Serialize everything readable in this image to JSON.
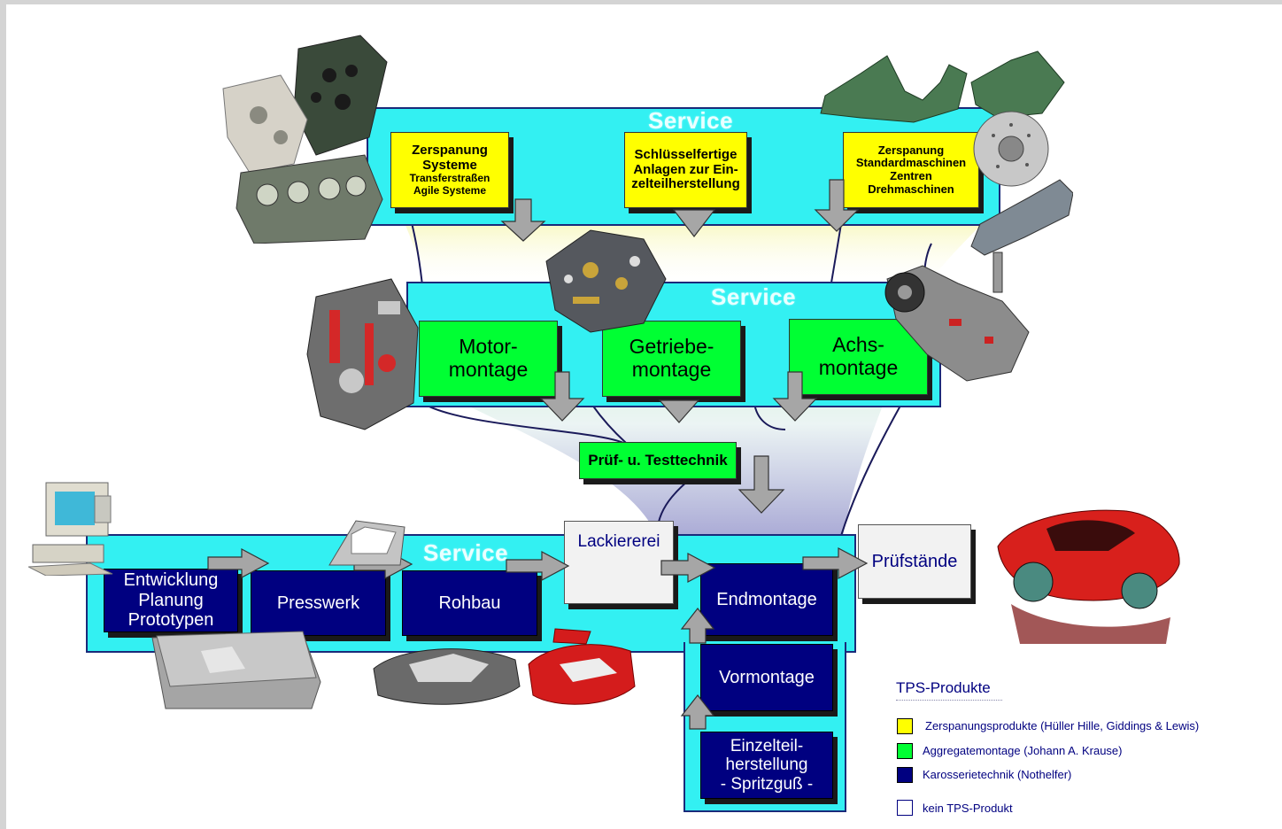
{
  "service_label": "Service",
  "zerspanung_boxes": [
    {
      "lines": [
        "Zerspanung",
        "Systeme"
      ],
      "small": [
        "Transferstraßen",
        "Agile Systeme"
      ]
    },
    {
      "lines": [
        "Schlüsselfertige",
        "Anlagen zur Ein-",
        "zelteilherstellung"
      ]
    },
    {
      "small": [
        "Zerspanung",
        "Standardmaschinen",
        "Zentren",
        "Drehmaschinen"
      ]
    }
  ],
  "montage_boxes": [
    {
      "lines": [
        "Motor-",
        "montage"
      ]
    },
    {
      "lines": [
        "Getriebe-",
        "montage"
      ]
    },
    {
      "lines": [
        "Achs-",
        "montage"
      ]
    }
  ],
  "pruef_box": "Prüf- u. Testtechnik",
  "process": {
    "entwicklung": [
      "Entwicklung",
      "Planung",
      "Prototypen"
    ],
    "presswerk": "Presswerk",
    "rohbau": "Rohbau",
    "lackiererei": "Lackiererei",
    "endmontage": "Endmontage",
    "pruefstaende": "Prüfstände",
    "vormontage": "Vormontage",
    "einzelteil": [
      "Einzelteil-",
      "herstellung",
      "- Spritzguß -"
    ]
  },
  "legend": {
    "title": "TPS-Produkte",
    "items": [
      {
        "label": "Zerspanungsprodukte (Hüller Hille, Giddings & Lewis)",
        "color": "#ffff00"
      },
      {
        "label": "Aggregatemontage (Johann A. Krause)",
        "color": "#00ff33"
      },
      {
        "label": "Karosserietechnik (Nothelfer)",
        "color": "#000080"
      },
      {
        "label": "kein TPS-Produkt",
        "color": "#ffffff"
      }
    ]
  },
  "colors": {
    "service": "#33f0f2",
    "yellow": "#ffff00",
    "green": "#00ff33",
    "navy": "#000080",
    "arrow": "#a6a6a6"
  }
}
